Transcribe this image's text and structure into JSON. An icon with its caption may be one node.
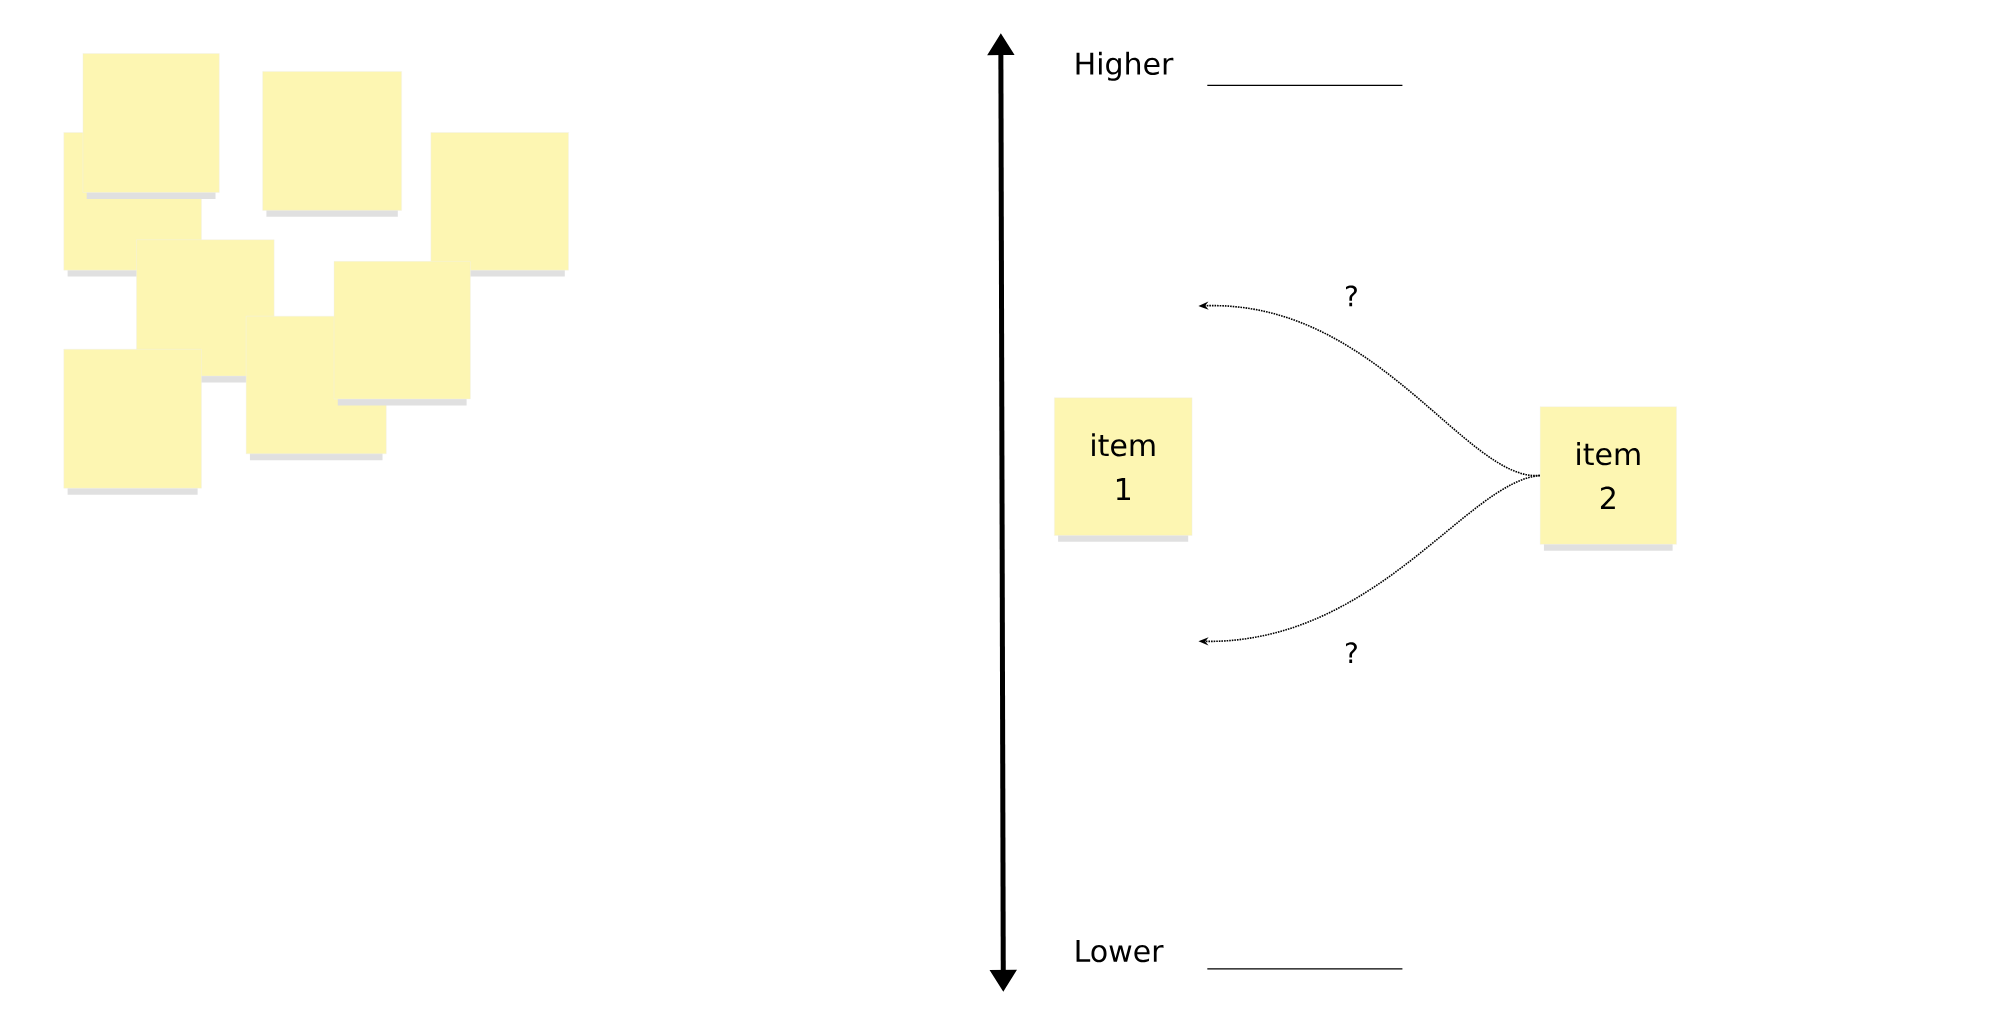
{
  "diagram": {
    "nodes": [
      {
        "text": [],
        "shape": "box"
      },
      {
        "text": [],
        "shape": "box"
      },
      {
        "text": [],
        "shape": "box"
      },
      {
        "text": [],
        "shape": "box"
      },
      {
        "text": [],
        "shape": "box"
      },
      {
        "text": [],
        "shape": "box"
      },
      {
        "text": [],
        "shape": "box"
      },
      {
        "text": [],
        "shape": "box"
      },
      {
        "text": [
          "item 1"
        ]
      },
      {
        "text": [
          "item 2"
        ]
      }
    ],
    "edges": [
      {
        "from": 9,
        "to": null,
        "arrow": "to",
        "style": "dashed",
        "label": "?"
      },
      {
        "from": 9,
        "to": null,
        "arrow": "to",
        "style": "dashed",
        "label": "?"
      }
    ],
    "labels": [
      "Higher",
      "Lower"
    ]
  }
}
